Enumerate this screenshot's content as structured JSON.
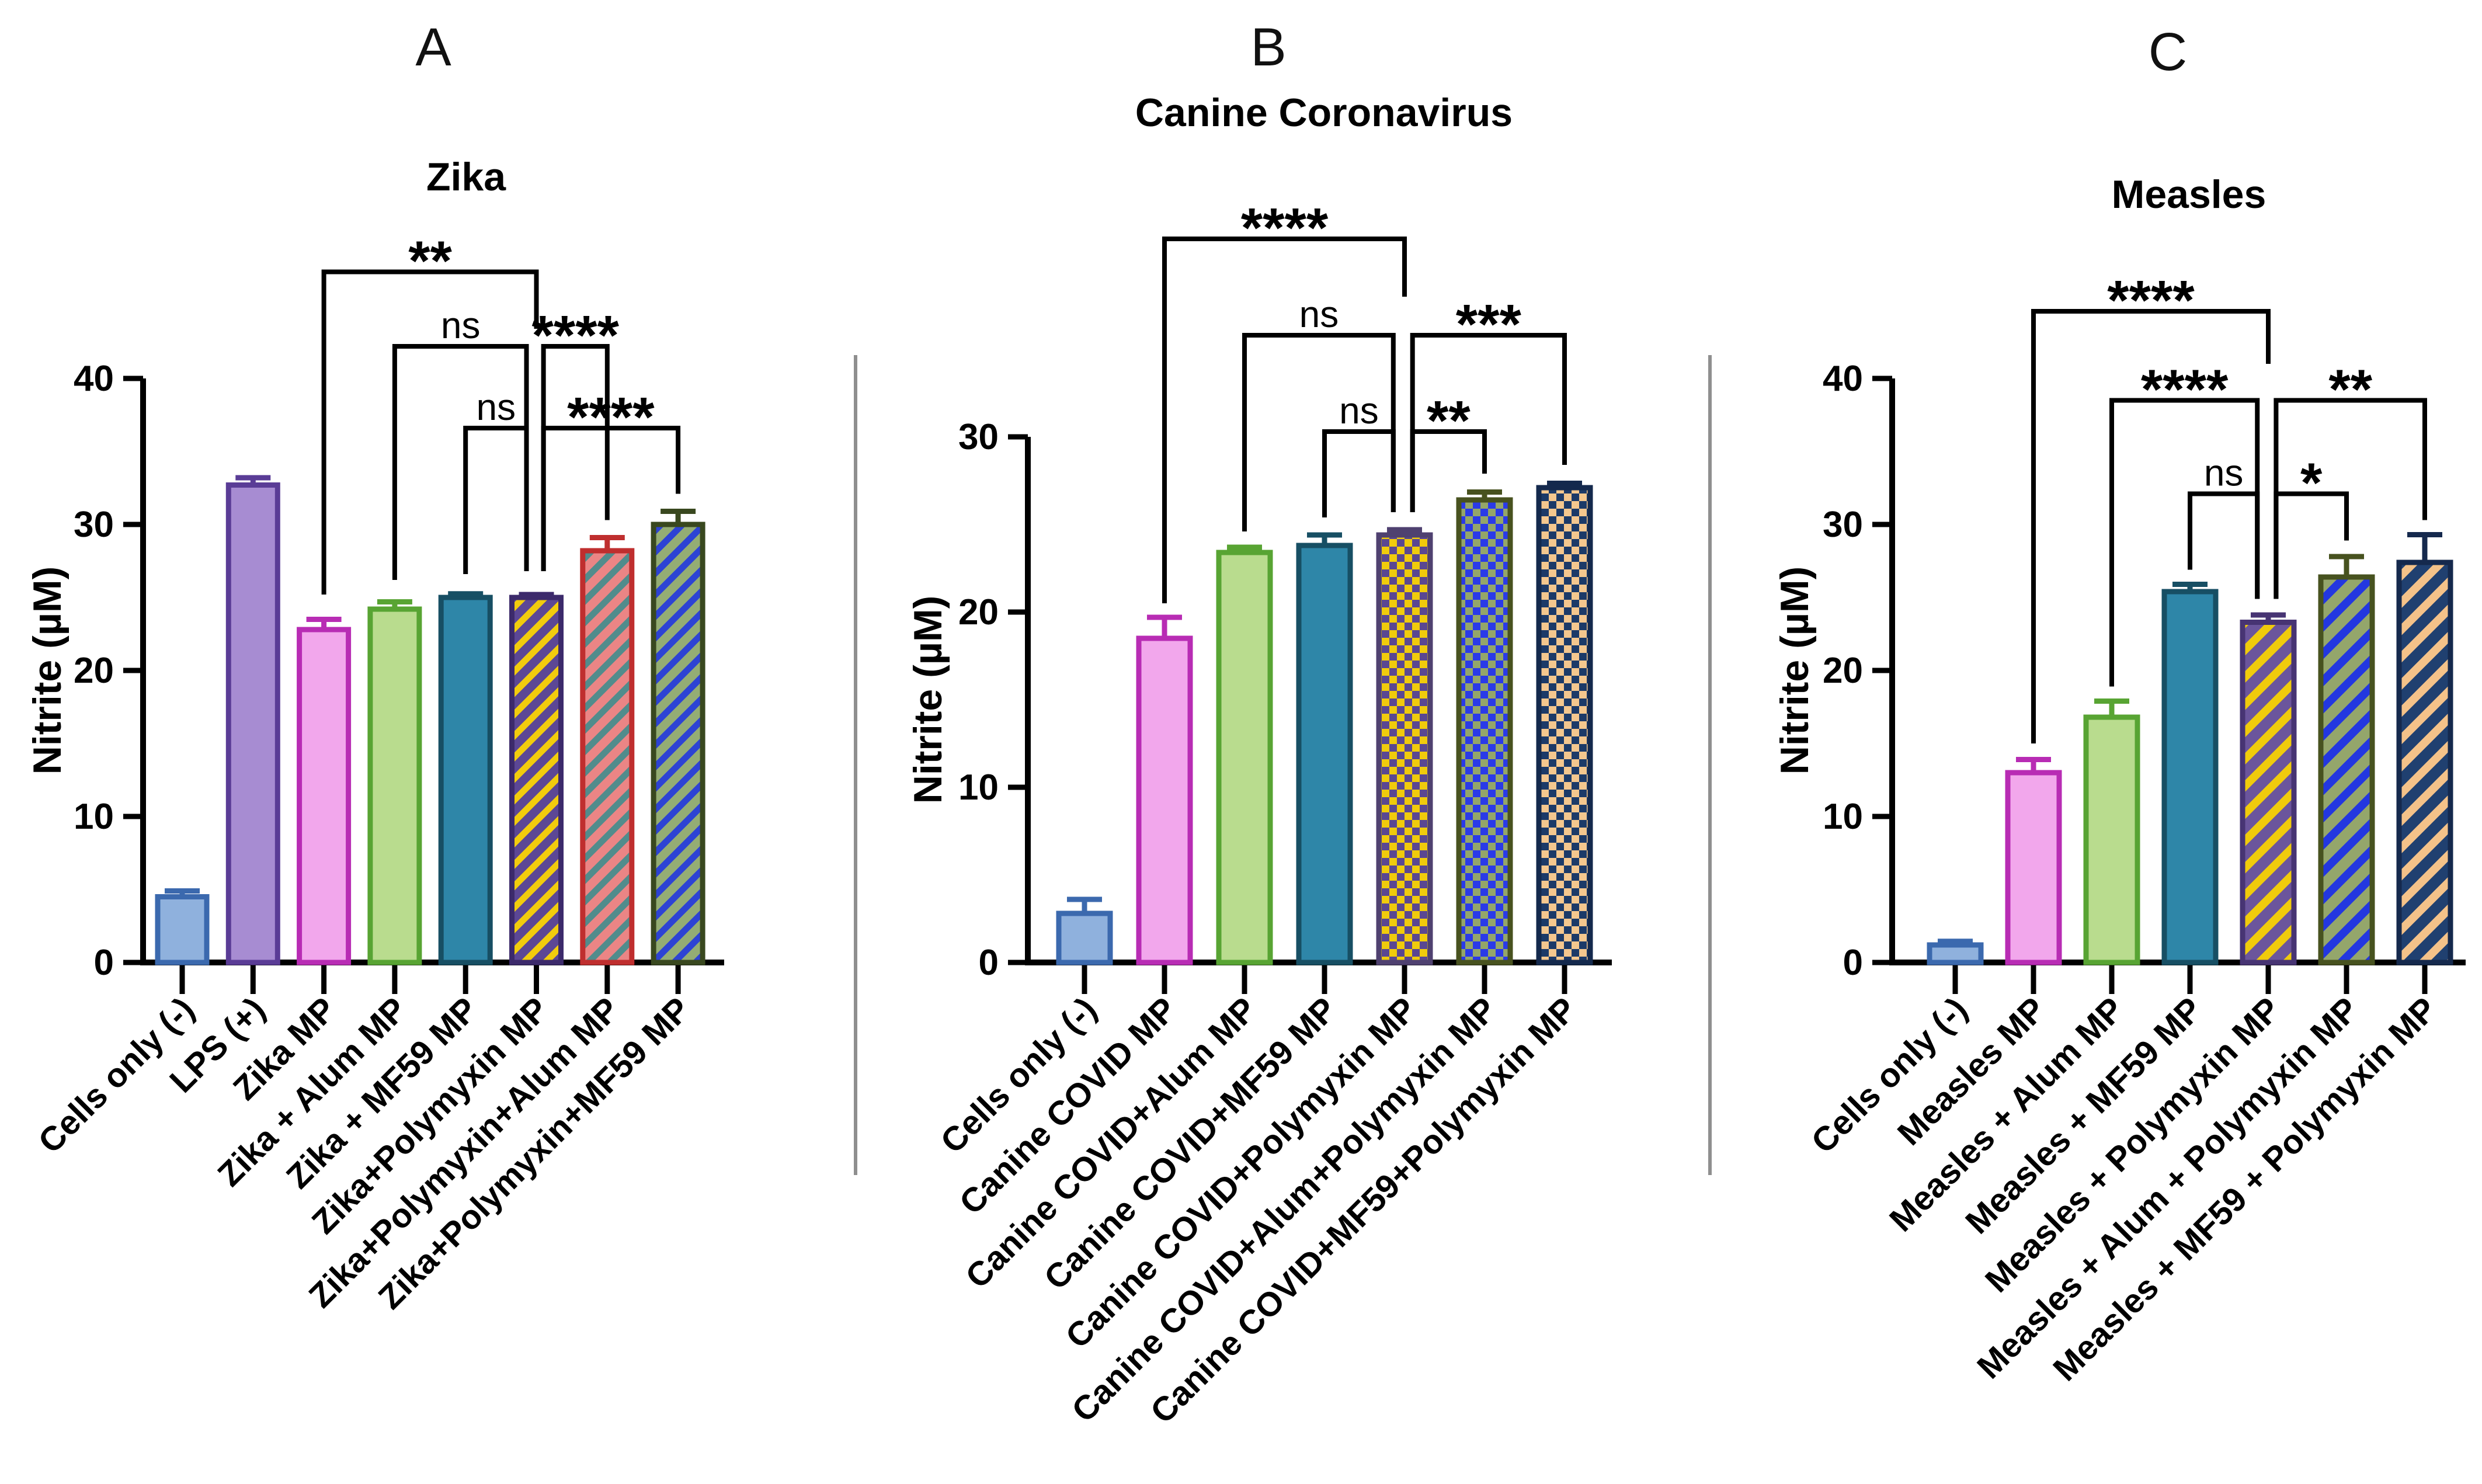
{
  "figure": {
    "background": "#ffffff",
    "separator_color": "#8f8f8f"
  },
  "chart_data": [
    {
      "type": "bar",
      "panel_letter": "A",
      "title": "Zika",
      "xlabel": "",
      "ylabel": "Nitrite (µM)",
      "ylim": [
        0,
        40
      ],
      "yticks": [
        0,
        10,
        20,
        30,
        40
      ],
      "grid": false,
      "legend": "none",
      "categories": [
        "Cells only (-)",
        "LPS (+)",
        "Zika MP",
        "Zika + Alum MP",
        "Zika + MF59 MP",
        "Zika+Polymyxin MP",
        "Zika+Polymyxin+Alum MP",
        "Zika+Polymyxin+MF59 MP"
      ],
      "values": [
        4.5,
        32.7,
        22.8,
        24.2,
        25.0,
        25.0,
        28.2,
        30.0
      ],
      "errors": [
        0.4,
        0.5,
        0.7,
        0.5,
        0.25,
        0.2,
        0.9,
        0.9
      ],
      "bars": [
        {
          "fill": "#8fb1dd",
          "border": "#3b69ae",
          "pattern": "solid"
        },
        {
          "fill": "#a78cd2",
          "border": "#5a3c96",
          "pattern": "solid"
        },
        {
          "fill": "#f2a7ec",
          "border": "#b82cb4",
          "pattern": "solid"
        },
        {
          "fill": "#b9dc8e",
          "border": "#58a433",
          "pattern": "solid"
        },
        {
          "fill": "#2e86a8",
          "border": "#174f64",
          "pattern": "solid"
        },
        {
          "fill": "#5c4795",
          "border": "#3c2a6b",
          "pattern": "stripes",
          "pattern_color": "#f2cc0d"
        },
        {
          "fill": "#eb8585",
          "border": "#bf2e2e",
          "pattern": "stripes",
          "pattern_color": "#518c8c"
        },
        {
          "fill": "#94ad74",
          "border": "#39481f",
          "pattern": "stripes",
          "pattern_color": "#2d43d4"
        }
      ],
      "significance": [
        {
          "label": "**",
          "from": 2,
          "to": 5,
          "y": 47.3,
          "drop1": 25.2,
          "drop2": 43.4,
          "off1": 0,
          "off2": 0
        },
        {
          "label": "ns",
          "from": 3,
          "to": 5,
          "y": 42.2,
          "drop1": 26.2,
          "drop2": 26.8,
          "off1": 0,
          "off2": -0.14
        },
        {
          "label": "****",
          "from": 5,
          "to": 6,
          "y": 42.2,
          "drop1": 26.8,
          "drop2": 30.3,
          "off1": 0.1,
          "off2": 0
        },
        {
          "label": "ns",
          "from": 4,
          "to": 5,
          "y": 36.6,
          "drop1": 26.6,
          "drop2": 26.8,
          "off1": 0,
          "off2": -0.14
        },
        {
          "label": "****",
          "from": 5,
          "to": 7,
          "y": 36.6,
          "drop1": 26.8,
          "drop2": 32.1,
          "off1": 0.1,
          "off2": 0
        }
      ]
    },
    {
      "type": "bar",
      "panel_letter": "B",
      "title": "Canine Coronavirus",
      "xlabel": "",
      "ylabel": "Nitrite (µM)",
      "ylim": [
        0,
        30
      ],
      "yticks": [
        0,
        10,
        20,
        30
      ],
      "grid": false,
      "legend": "none",
      "categories": [
        "Cells only (-)",
        "Canine COVID MP",
        "Canine COVID+Alum MP",
        "Canine COVID+MF59 MP",
        "Canine COVID+Polymyxin MP",
        "Canine COVID+Alum+Polymyxin MP",
        "Canine COVID+MF59+Polymyxin MP"
      ],
      "values": [
        2.8,
        18.5,
        23.4,
        23.8,
        24.4,
        26.4,
        27.1
      ],
      "errors": [
        0.8,
        1.2,
        0.3,
        0.6,
        0.3,
        0.45,
        0.25
      ],
      "bars": [
        {
          "fill": "#8fb1dd",
          "border": "#3b69ae",
          "pattern": "solid"
        },
        {
          "fill": "#f2a7ec",
          "border": "#b82cb4",
          "pattern": "solid"
        },
        {
          "fill": "#b9dc8e",
          "border": "#58a433",
          "pattern": "solid"
        },
        {
          "fill": "#2e86a8",
          "border": "#174f64",
          "pattern": "solid"
        },
        {
          "fill": "#5a4792",
          "border": "#4f4170",
          "pattern": "checker",
          "pattern_color": "#f0cb0c"
        },
        {
          "fill": "#94a669",
          "border": "#48521f",
          "pattern": "checker",
          "pattern_color": "#2a3ae8"
        },
        {
          "fill": "#f4c78e",
          "border": "#14294d",
          "pattern": "checker",
          "pattern_color": "#1c3a68"
        }
      ],
      "significance": [
        {
          "label": "****",
          "from": 1,
          "to": 4,
          "y": 41.3,
          "drop1": 20.5,
          "drop2": 38.0,
          "off1": 0,
          "off2": 0
        },
        {
          "label": "ns",
          "from": 2,
          "to": 4,
          "y": 35.8,
          "drop1": 24.6,
          "drop2": 25.7,
          "off1": 0,
          "off2": -0.14
        },
        {
          "label": "***",
          "from": 4,
          "to": 6,
          "y": 35.8,
          "drop1": 25.7,
          "drop2": 28.4,
          "off1": 0.1,
          "off2": 0
        },
        {
          "label": "ns",
          "from": 3,
          "to": 4,
          "y": 30.3,
          "drop1": 25.4,
          "drop2": 25.7,
          "off1": 0,
          "off2": -0.14
        },
        {
          "label": "**",
          "from": 4,
          "to": 5,
          "y": 30.3,
          "drop1": 25.7,
          "drop2": 27.9,
          "off1": 0.1,
          "off2": 0
        }
      ]
    },
    {
      "type": "bar",
      "panel_letter": "C",
      "title": "Measles",
      "xlabel": "",
      "ylabel": "Nitrite (µM)",
      "ylim": [
        0,
        40
      ],
      "yticks": [
        0,
        10,
        20,
        30,
        40
      ],
      "grid": false,
      "legend": "none",
      "categories": [
        "Cells only (-)",
        "Measles MP",
        "Measles + Alum MP",
        "Measles + MF59 MP",
        "Measles + Polymyxin MP",
        "Measles + Alum + Polymyxin MP",
        "Measles + MF59 + Polymyxin MP"
      ],
      "values": [
        1.2,
        13.0,
        16.8,
        25.4,
        23.3,
        26.4,
        27.4
      ],
      "errors": [
        0.25,
        0.9,
        1.1,
        0.5,
        0.5,
        1.4,
        1.9
      ],
      "bars": [
        {
          "fill": "#8fb1dd",
          "border": "#3b69ae",
          "pattern": "solid"
        },
        {
          "fill": "#f2a7ec",
          "border": "#b82cb4",
          "pattern": "solid"
        },
        {
          "fill": "#b9dc8e",
          "border": "#58a433",
          "pattern": "solid"
        },
        {
          "fill": "#2e86a8",
          "border": "#174f64",
          "pattern": "solid"
        },
        {
          "fill": "#6b559c",
          "border": "#473473",
          "pattern": "stripes",
          "pattern_color": "#f0cb0c"
        },
        {
          "fill": "#94a66b",
          "border": "#47521f",
          "pattern": "stripes",
          "pattern_color": "#2337e0"
        },
        {
          "fill": "#204070",
          "border": "#15294d",
          "pattern": "stripes",
          "pattern_color": "#f4c289"
        }
      ],
      "significance": [
        {
          "label": "****",
          "from": 1,
          "to": 4,
          "y": 44.6,
          "drop1": 15.0,
          "drop2": 41.0,
          "off1": 0,
          "off2": 0
        },
        {
          "label": "****",
          "from": 2,
          "to": 4,
          "y": 38.5,
          "drop1": 18.9,
          "drop2": 24.9,
          "off1": 0,
          "off2": -0.14
        },
        {
          "label": "**",
          "from": 4,
          "to": 6,
          "y": 38.5,
          "drop1": 24.9,
          "drop2": 30.3,
          "off1": 0.1,
          "off2": 0
        },
        {
          "label": "ns",
          "from": 3,
          "to": 4,
          "y": 32.1,
          "drop1": 26.9,
          "drop2": 24.9,
          "off1": 0,
          "off2": -0.14
        },
        {
          "label": "*",
          "from": 4,
          "to": 5,
          "y": 32.1,
          "drop1": 24.9,
          "drop2": 28.9,
          "off1": 0.1,
          "off2": 0
        }
      ]
    }
  ]
}
